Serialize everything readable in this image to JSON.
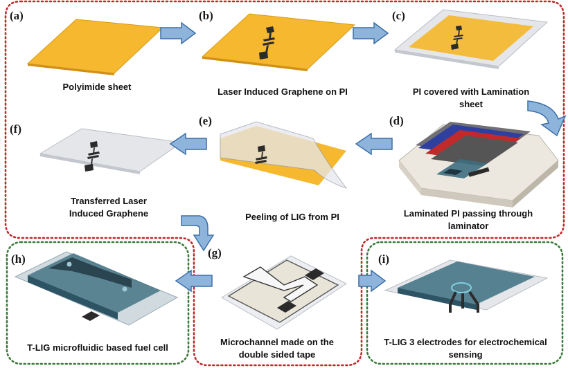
{
  "panels": {
    "a": {
      "letter": "(a)",
      "caption": "Polyimide sheet"
    },
    "b": {
      "letter": "(b)",
      "caption": "Laser Induced Graphene on PI"
    },
    "c": {
      "letter": "(c)",
      "caption_line1": "PI covered with Lamination",
      "caption_line2": "sheet"
    },
    "d": {
      "letter": "(d)",
      "caption_line1": "Laminated PI passing through",
      "caption_line2": "laminator"
    },
    "e": {
      "letter": "(e)",
      "caption": "Peeling of LIG from PI"
    },
    "f": {
      "letter": "(f)",
      "caption_line1": "Transferred Laser",
      "caption_line2": "Induced Graphene"
    },
    "g": {
      "letter": "(g)",
      "caption_line1": "Microchannel made on the",
      "caption_line2": "double sided tape"
    },
    "h": {
      "letter": "(h)",
      "caption": "T-LIG microfluidic based fuel cell"
    },
    "i": {
      "letter": "(i)",
      "caption_line1": "T-LIG 3 electrodes for electrochemical",
      "caption_line2": "sensing"
    }
  },
  "colors": {
    "polyimide": "#f5b82e",
    "polyimide_dark": "#e0a020",
    "graphene": "#2b2b2b",
    "lamination": "#e4e6ea",
    "arrow_fill": "#8fb4dc",
    "arrow_stroke": "#3a6fa8",
    "red_border": "#c0282a",
    "green_border": "#3a7a3a",
    "device_teal": "#3d6e80",
    "tape": "#e8e4d8"
  }
}
